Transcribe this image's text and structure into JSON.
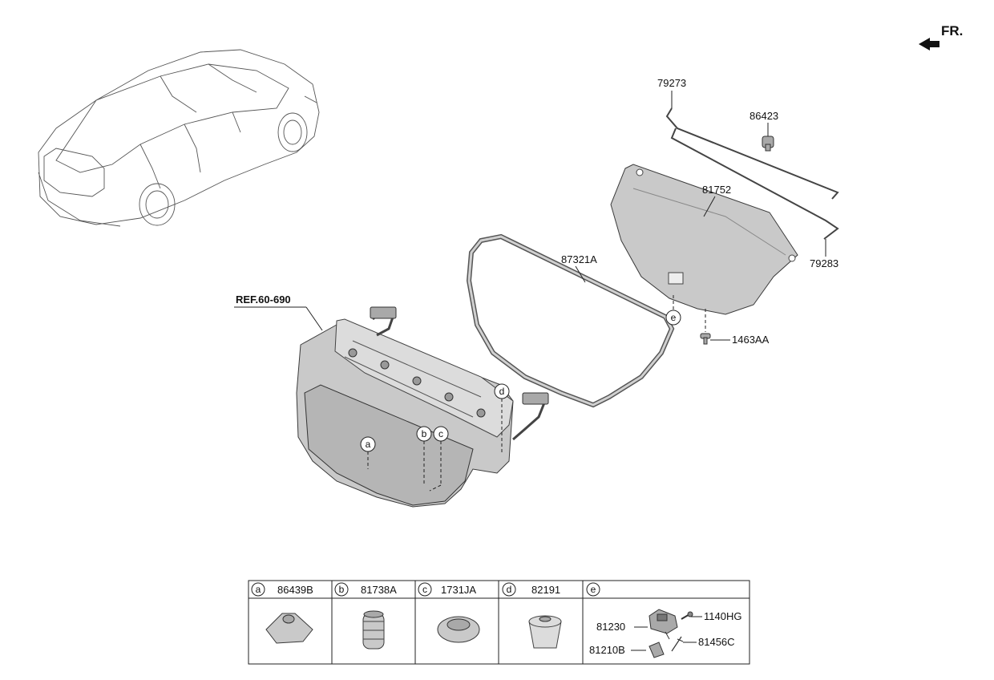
{
  "direction_label": "FR.",
  "reference_label": "REF.60-690",
  "callouts": {
    "c79273": "79273",
    "c86423": "86423",
    "c81752": "81752",
    "c79283": "79283",
    "c87321A": "87321A",
    "c1463AA": "1463AA"
  },
  "markers": {
    "a": "a",
    "b": "b",
    "c": "c",
    "d": "d",
    "e": "e"
  },
  "legend_table": {
    "cells": [
      {
        "letter": "a",
        "part": "86439B"
      },
      {
        "letter": "b",
        "part": "81738A"
      },
      {
        "letter": "c",
        "part": "1731JA"
      },
      {
        "letter": "d",
        "part": "82191"
      },
      {
        "letter": "e",
        "part": ""
      }
    ],
    "e_parts": {
      "p81230": "81230",
      "p1140HG": "1140HG",
      "p81210B": "81210B",
      "p81456C": "81456C"
    }
  },
  "colors": {
    "part_fill": "#c9c9c9",
    "line": "#222222"
  }
}
